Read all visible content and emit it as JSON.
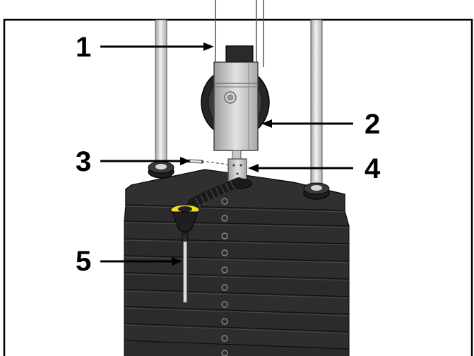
{
  "diagram": {
    "callouts": [
      {
        "id": "1",
        "label": "1"
      },
      {
        "id": "2",
        "label": "2"
      },
      {
        "id": "3",
        "label": "3"
      },
      {
        "id": "4",
        "label": "4"
      },
      {
        "id": "5",
        "label": "5"
      }
    ]
  },
  "colors": {
    "frame": "#000000",
    "rod": "#d4d6d8",
    "plate": "#2e2e2e",
    "plate_edge": "#1a1a1a",
    "bracket": "#c8c8c8",
    "pin_knob": "#f2dc1e",
    "cable": "#6a6a6a"
  }
}
